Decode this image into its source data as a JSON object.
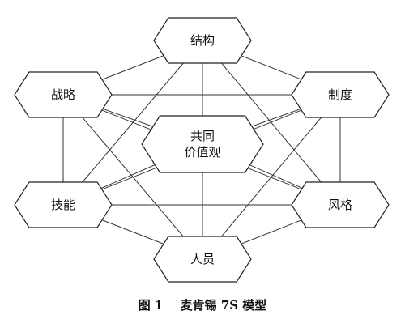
{
  "nodes": {
    "structure": [
      "结构"
    ],
    "strategy": [
      "战略"
    ],
    "systems": [
      "制度"
    ],
    "shared_values": [
      "共同",
      "价值观"
    ],
    "skills": [
      "技能"
    ],
    "style": [
      "风格"
    ],
    "staff": [
      "人员"
    ]
  },
  "edges": [
    [
      "structure",
      "strategy"
    ],
    [
      "structure",
      "systems"
    ],
    [
      "structure",
      "shared_values"
    ],
    [
      "structure",
      "skills"
    ],
    [
      "structure",
      "style"
    ],
    [
      "structure",
      "staff"
    ],
    [
      "strategy",
      "systems"
    ],
    [
      "strategy",
      "shared_values"
    ],
    [
      "strategy",
      "skills"
    ],
    [
      "strategy",
      "style"
    ],
    [
      "strategy",
      "staff"
    ],
    [
      "systems",
      "shared_values"
    ],
    [
      "systems",
      "skills"
    ],
    [
      "systems",
      "style"
    ],
    [
      "systems",
      "staff"
    ],
    [
      "shared_values",
      "skills"
    ],
    [
      "shared_values",
      "style"
    ],
    [
      "shared_values",
      "staff"
    ],
    [
      "skills",
      "style"
    ],
    [
      "skills",
      "staff"
    ],
    [
      "style",
      "staff"
    ]
  ],
  "caption": {
    "figure": "图 1",
    "title": "麦肯锡 7S 模型"
  }
}
